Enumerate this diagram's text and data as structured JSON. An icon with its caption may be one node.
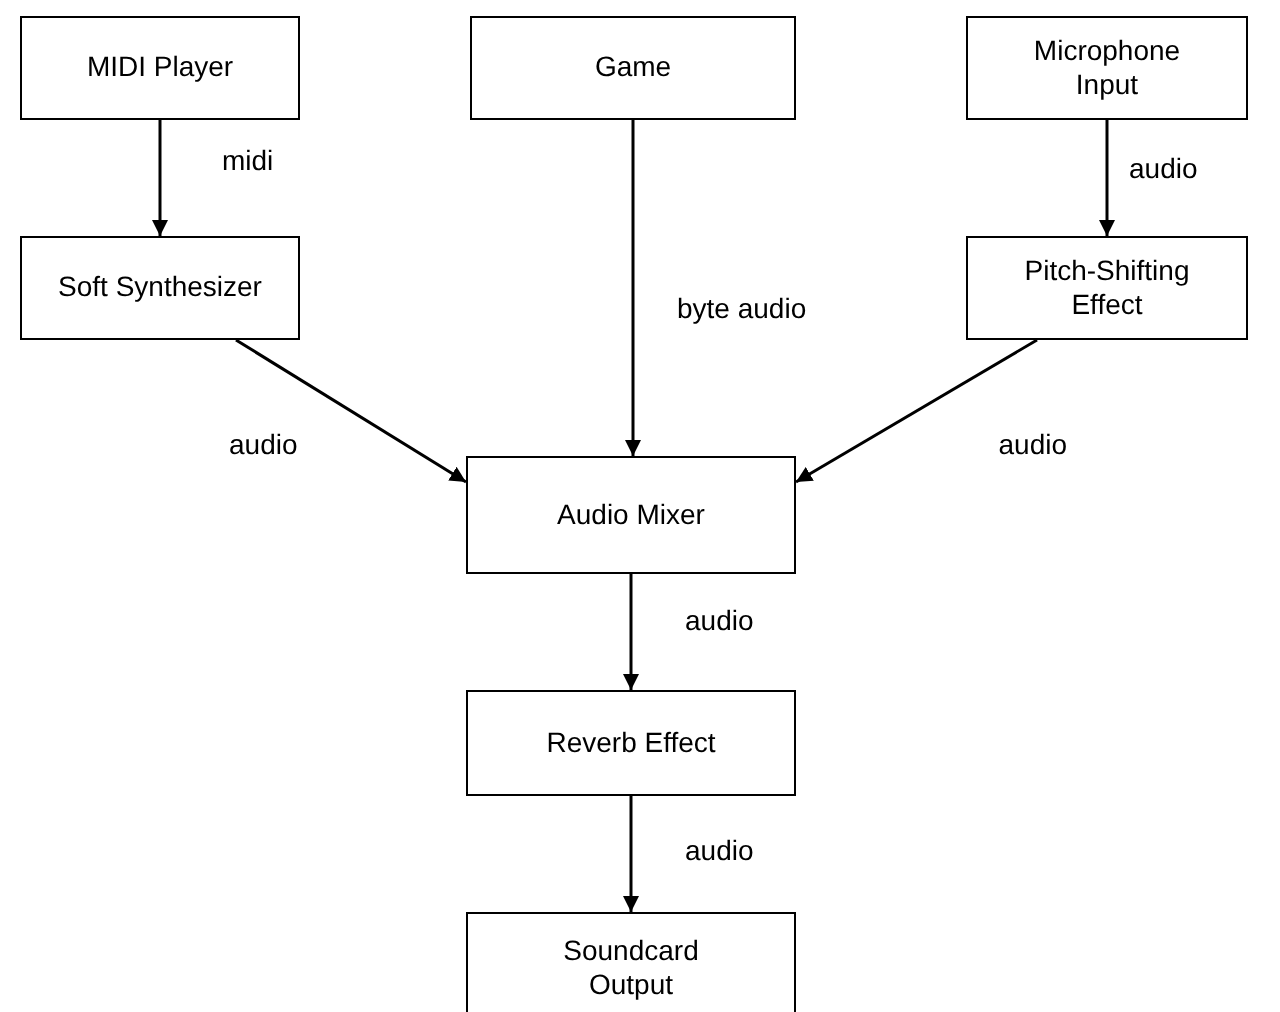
{
  "diagram": {
    "nodes": [
      {
        "text": [
          "MIDI Player"
        ]
      },
      {
        "text": [
          "Game"
        ]
      },
      {
        "text": [
          "Microphone Input"
        ]
      },
      {
        "text": [
          "Soft Synthesizer"
        ]
      },
      {
        "text": [
          "Pitch-Shifting Effect"
        ]
      },
      {
        "text": [
          "Audio Mixer"
        ]
      },
      {
        "text": [
          "Reverb Effect"
        ]
      },
      {
        "text": [
          "Soundcard Output"
        ]
      }
    ],
    "edges": [
      {
        "from": 0,
        "to": 3,
        "arrow": "to",
        "label": "midi"
      },
      {
        "from": 1,
        "to": 5,
        "arrow": "to",
        "label": "byte audio"
      },
      {
        "from": 2,
        "to": 4,
        "arrow": "to",
        "label": "audio"
      },
      {
        "from": 3,
        "to": 5,
        "arrow": "to",
        "label": "audio"
      },
      {
        "from": 4,
        "to": 5,
        "arrow": "to",
        "label": "audio"
      },
      {
        "from": 5,
        "to": 6,
        "arrow": "to",
        "label": "audio"
      },
      {
        "from": 6,
        "to": 7,
        "arrow": "to",
        "label": "audio"
      }
    ]
  }
}
